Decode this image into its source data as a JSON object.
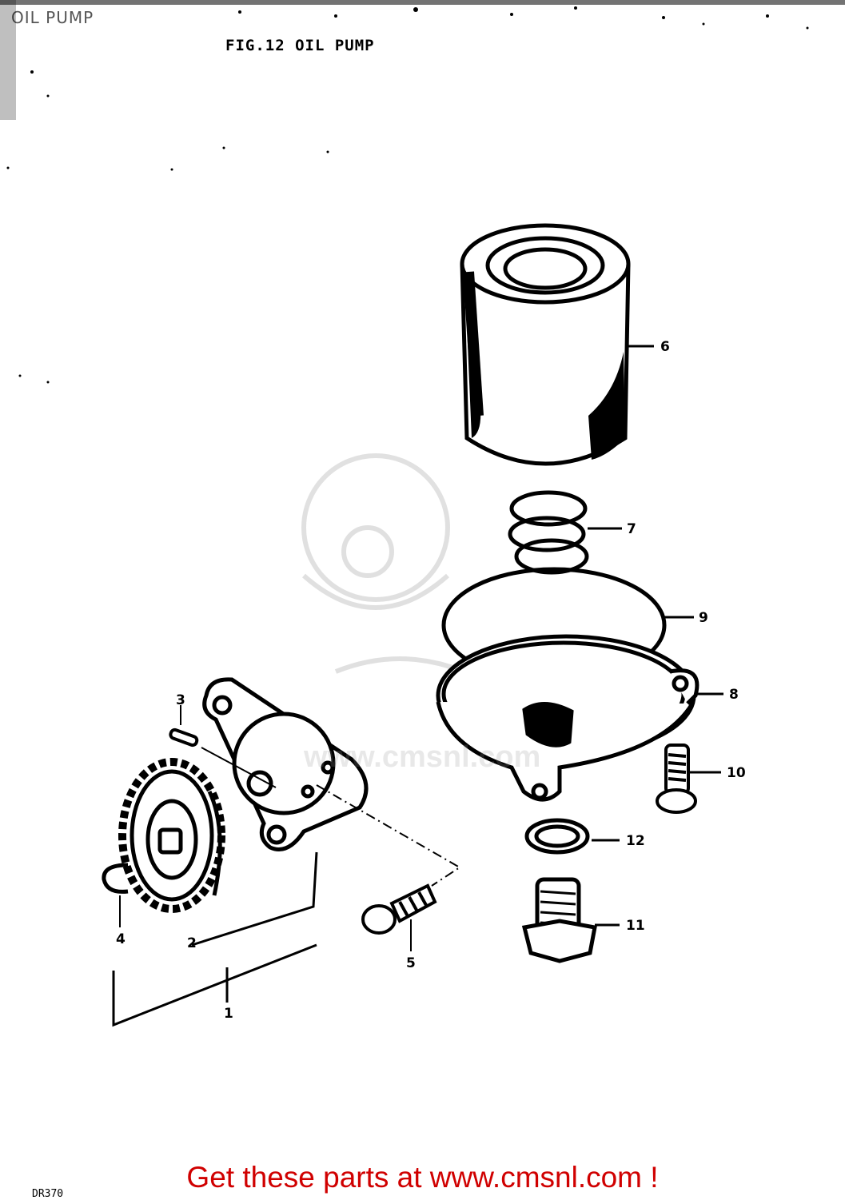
{
  "header": {
    "corner_title": "OIL PUMP",
    "figure_title": "FIG.12  OIL PUMP"
  },
  "callouts": [
    {
      "id": "1",
      "text": "1"
    },
    {
      "id": "2",
      "text": "2"
    },
    {
      "id": "3",
      "text": "3"
    },
    {
      "id": "4",
      "text": "4"
    },
    {
      "id": "5",
      "text": "5"
    },
    {
      "id": "6",
      "text": "6"
    },
    {
      "id": "7",
      "text": "7"
    },
    {
      "id": "8",
      "text": "8"
    },
    {
      "id": "9",
      "text": "9"
    },
    {
      "id": "10",
      "text": "10"
    },
    {
      "id": "11",
      "text": "11"
    },
    {
      "id": "12",
      "text": "12"
    }
  ],
  "watermark": "www.cmsnl.com",
  "banner": "Get these parts at www.cmsnl.com !",
  "footer": {
    "code": "DR370"
  },
  "colors": {
    "banner": "#d00000",
    "ink": "#000000",
    "watermark": "#999999"
  }
}
